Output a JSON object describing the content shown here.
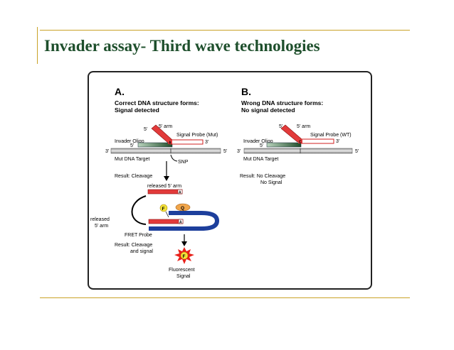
{
  "slide": {
    "title": "Invader assay- Third wave technologies"
  },
  "figure": {
    "panel_a": {
      "letter": "A.",
      "heading_line1": "Correct DNA structure forms:",
      "heading_line2": "Signal detected",
      "five_prime_top": "5'",
      "five_arm": "5' arm",
      "signal_probe": "Signal Probe (Mut)",
      "invader_oligo": "Invader Oligo",
      "five_prime_oligo": "5'",
      "three_prime_probe": "3'",
      "three_prime_target": "3'",
      "five_prime_target": "5'",
      "base_a": "A",
      "target_label": "Mut DNA Target",
      "snp": "SNP",
      "result1": "Result: Cleavage",
      "released_arm": "released 5' arm",
      "base_a2": "A",
      "f": "F",
      "q": "Q",
      "released_line1": "released",
      "released_line2": "5' arm",
      "base_a3": "A",
      "fret_probe": "FRET Probe",
      "result2_line1": "Result: Cleavage",
      "result2_line2": "and signal",
      "f2": "F",
      "fluor_line1": "Fluorescent",
      "fluor_line2": "Signal"
    },
    "panel_b": {
      "letter": "B.",
      "heading_line1": "Wrong DNA structure forms:",
      "heading_line2": "No signal detected",
      "five_prime_top": "5'",
      "five_arm": "5' arm",
      "signal_probe": "Signal Probe (WT)",
      "invader_oligo": "Invader Oligo",
      "five_prime_oligo": "5'",
      "three_prime_probe": "3'",
      "three_prime_target": "3'",
      "five_prime_target": "5'",
      "base_c": "C",
      "target_label": "Mut DNA Target",
      "result_line1": "Result: No Cleavage",
      "result_line2": "No Signal"
    }
  }
}
